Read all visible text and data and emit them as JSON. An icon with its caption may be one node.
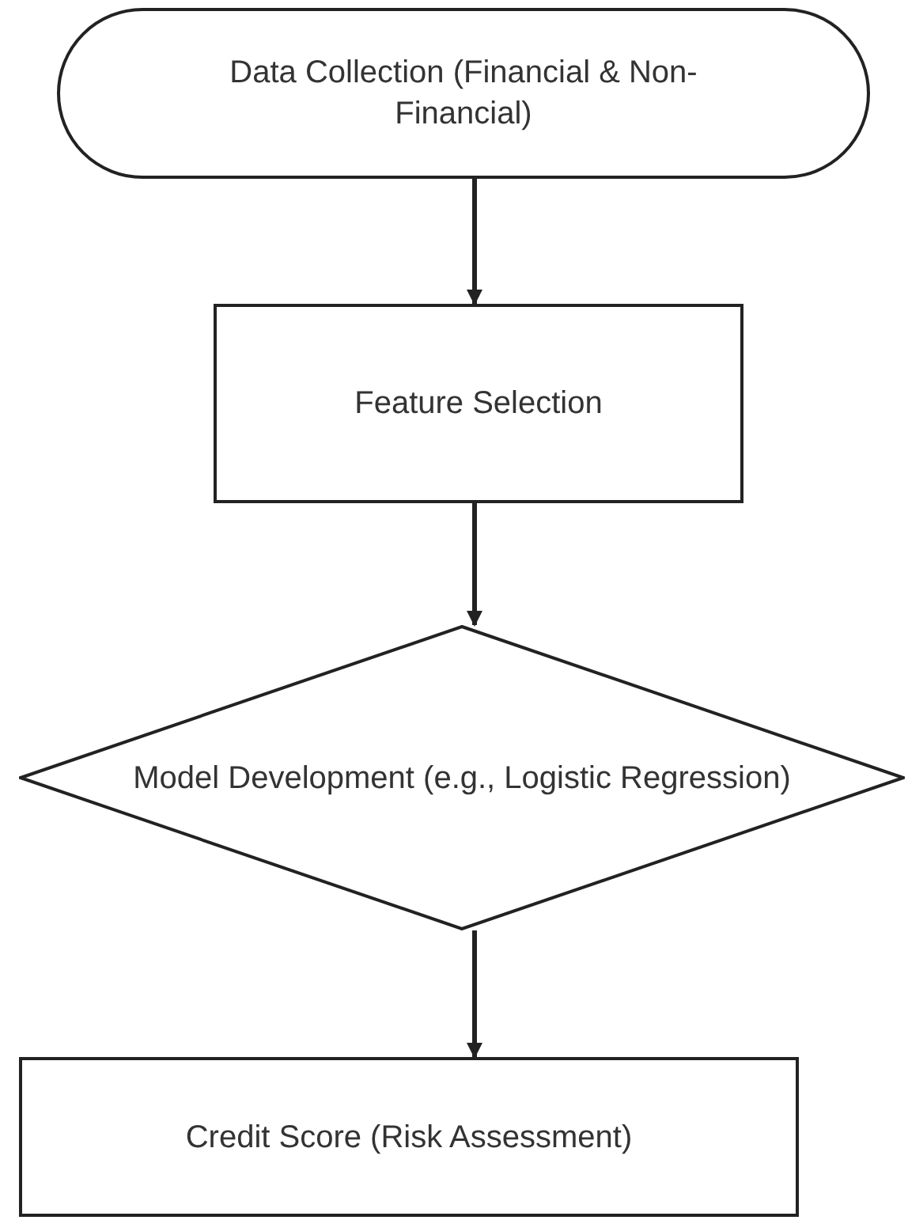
{
  "diagram": {
    "nodes": [
      {
        "text": [
          "Data Collection (Financial & Non-Financial)"
        ]
      },
      {
        "text": [
          "Feature Selection"
        ]
      },
      {
        "text": [
          "Model Development (e.g., Logistic Regression)"
        ]
      },
      {
        "text": [
          "Credit Score (Risk Assessment)"
        ]
      }
    ],
    "edges": [
      {
        "from": 0,
        "to": 1,
        "arrow": "to"
      },
      {
        "from": 1,
        "to": 2,
        "arrow": "to"
      },
      {
        "from": 2,
        "to": 3,
        "arrow": "to"
      }
    ]
  }
}
